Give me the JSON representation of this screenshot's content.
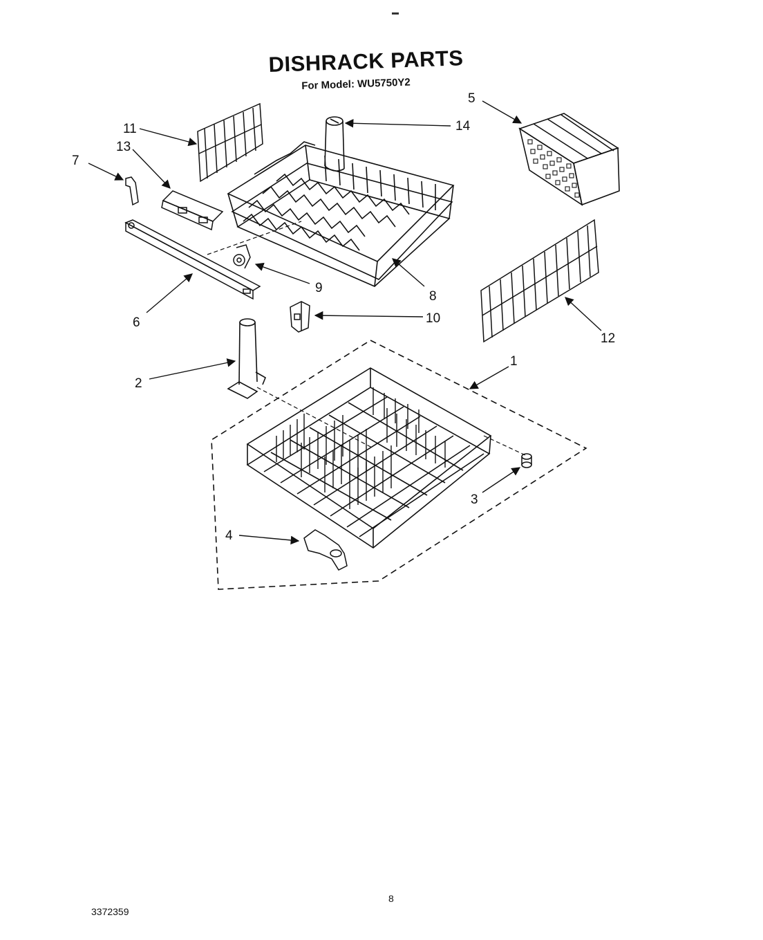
{
  "header": {
    "title": "DISHRACK PARTS",
    "subtitle": "For Model: WU5750Y2"
  },
  "callouts": [
    {
      "label": "1",
      "part": "lower-dishrack-assembly"
    },
    {
      "label": "2",
      "part": "spray-tube"
    },
    {
      "label": "3",
      "part": "bumper"
    },
    {
      "label": "4",
      "part": "wheel-assembly"
    },
    {
      "label": "5",
      "part": "silverware-basket"
    },
    {
      "label": "6",
      "part": "track"
    },
    {
      "label": "7",
      "part": "track-stop"
    },
    {
      "label": "8",
      "part": "upper-dishrack-assembly"
    },
    {
      "label": "9",
      "part": "upper-rack-wheel"
    },
    {
      "label": "10",
      "part": "track-end-clip"
    },
    {
      "label": "11",
      "part": "tine-row-left"
    },
    {
      "label": "12",
      "part": "tine-row-right"
    },
    {
      "label": "13",
      "part": "clip"
    },
    {
      "label": "14",
      "part": "upper-spray-tube"
    }
  ],
  "footer": {
    "page_number": "8",
    "document_number": "3372359"
  }
}
